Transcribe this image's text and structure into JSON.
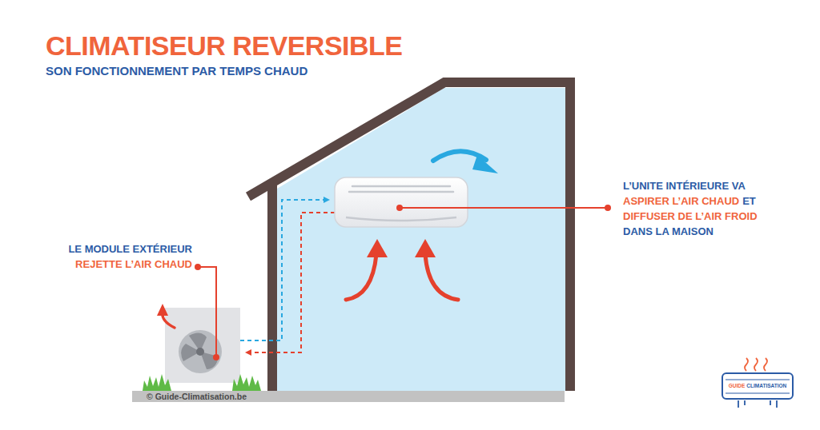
{
  "diagram": {
    "title": "CLIMATISEUR REVERSIBLE",
    "labels": [
      "SON FONCTIONNEMENT PAR TEMPS CHAUD",
      "L’UNITE INTÉRIEURE VA",
      "ASPIRER L’AIR CHAUD",
      "ET",
      "DIFFUSER DE L’AIR FROID",
      "DANS LA MAISON",
      "LE MODULE EXTÉRIEUR",
      "REJETTE L’AIR CHAUD",
      "© Guide-Climatisation.be",
      "GUIDE",
      "CLIMATISATION"
    ]
  }
}
